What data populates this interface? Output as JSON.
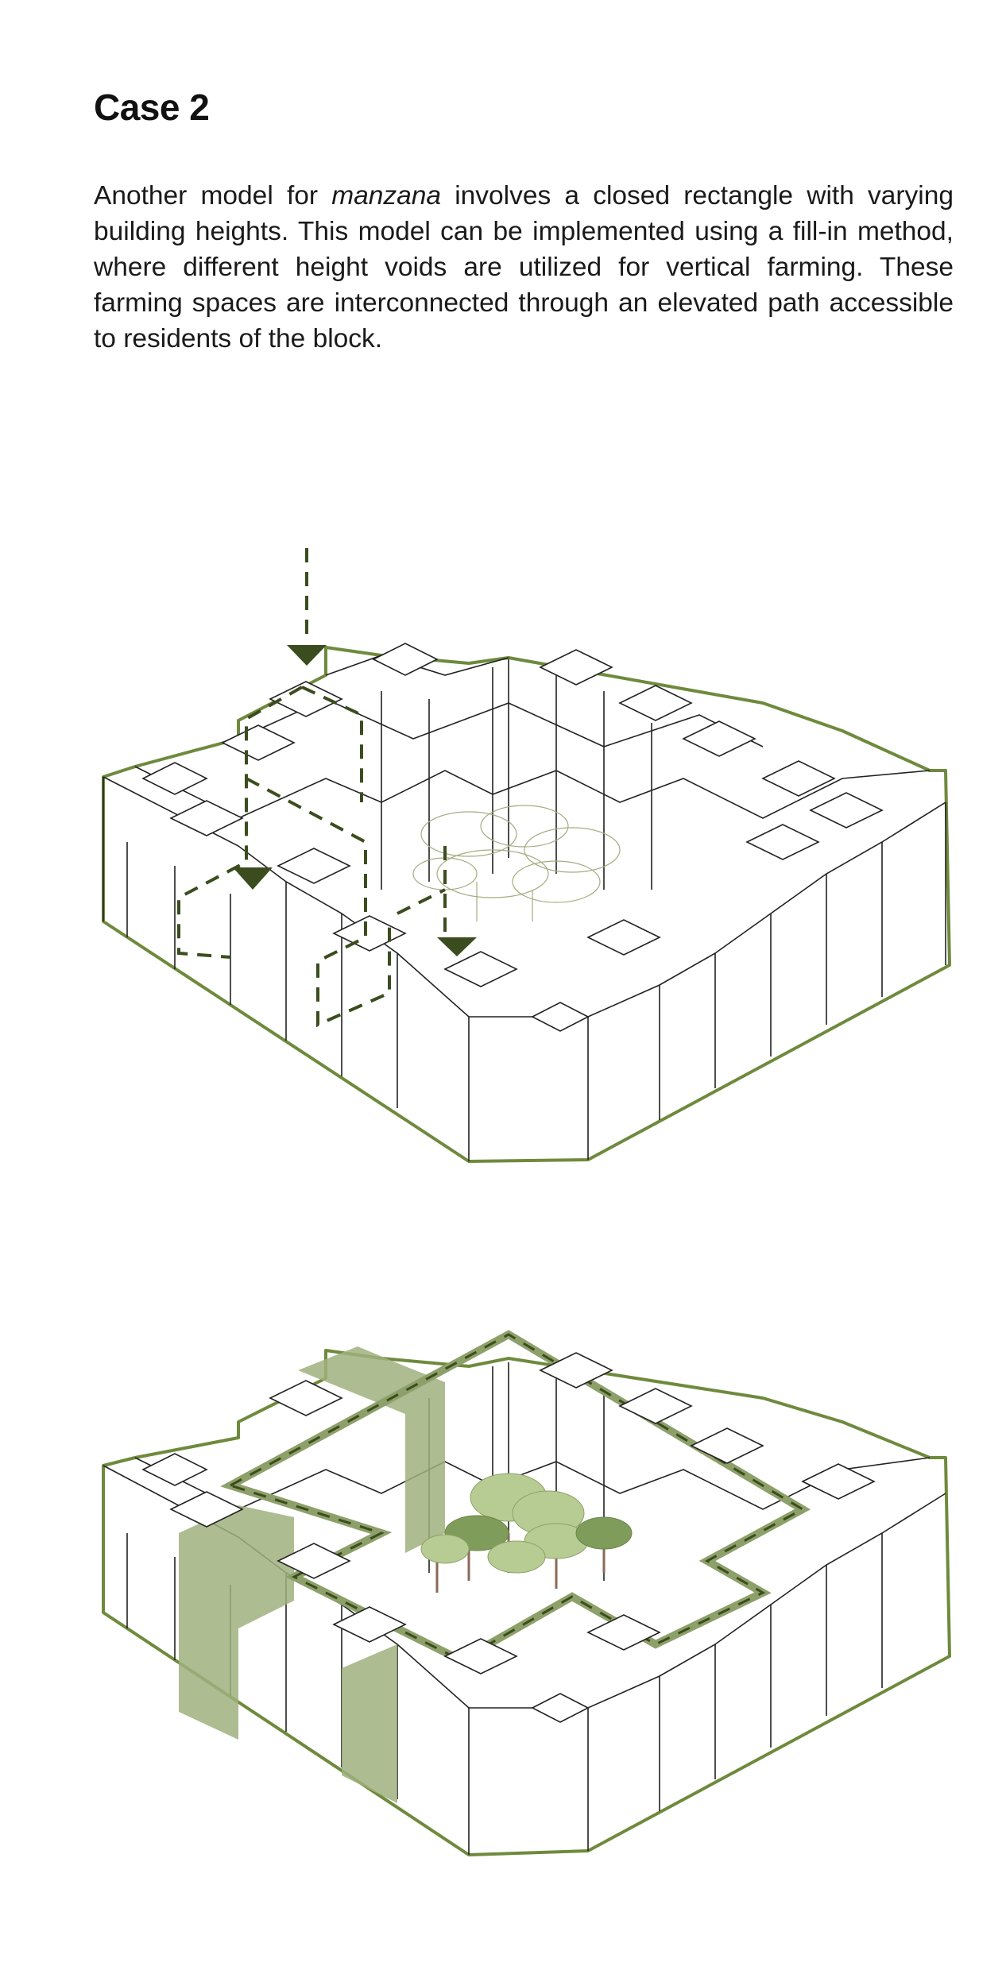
{
  "heading": "Case 2",
  "paragraph": {
    "before": "Another model for ",
    "emphasis": "manzana",
    "after": " involves a closed rectangle with varying building heights. This model can be implemented using a fill-in method, where different height voids are utilized for vertical farming. These farming spaces are interconnected through an elevated path accessible to residents of the block."
  },
  "colors": {
    "outline_green": "#6e8a3c",
    "dark_green_arrow": "#3b4d1e",
    "farm_fill": "#9fb07e",
    "path_green": "#8ea06a"
  },
  "diagrams": [
    {
      "name": "block-before-fill-in",
      "icons": [
        "down-arrow-icon",
        "down-arrow-icon",
        "down-arrow-icon"
      ]
    },
    {
      "name": "block-after-fill-in",
      "icons": []
    }
  ]
}
